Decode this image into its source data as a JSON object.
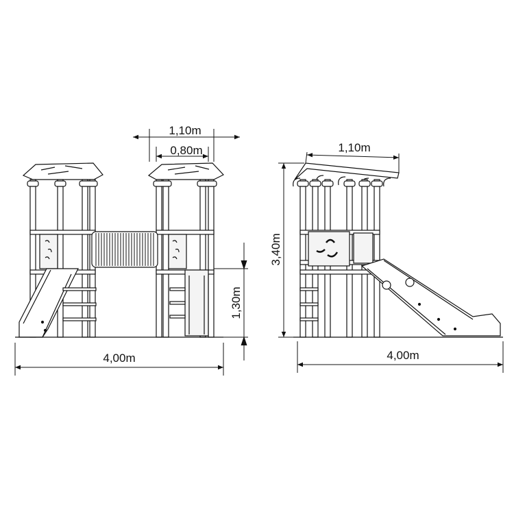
{
  "front_view": {
    "width_label": "4,00m",
    "roof_outer_label": "1,10m",
    "roof_inner_label": "0,80m",
    "deck_height_label": "1,30m"
  },
  "side_view": {
    "roof_label": "1,10m",
    "height_label": "3,40m",
    "width_label": "4,00m"
  },
  "colors": {
    "line": "#111111",
    "fill": "#ffffff",
    "panel": "#f4f4f4"
  }
}
